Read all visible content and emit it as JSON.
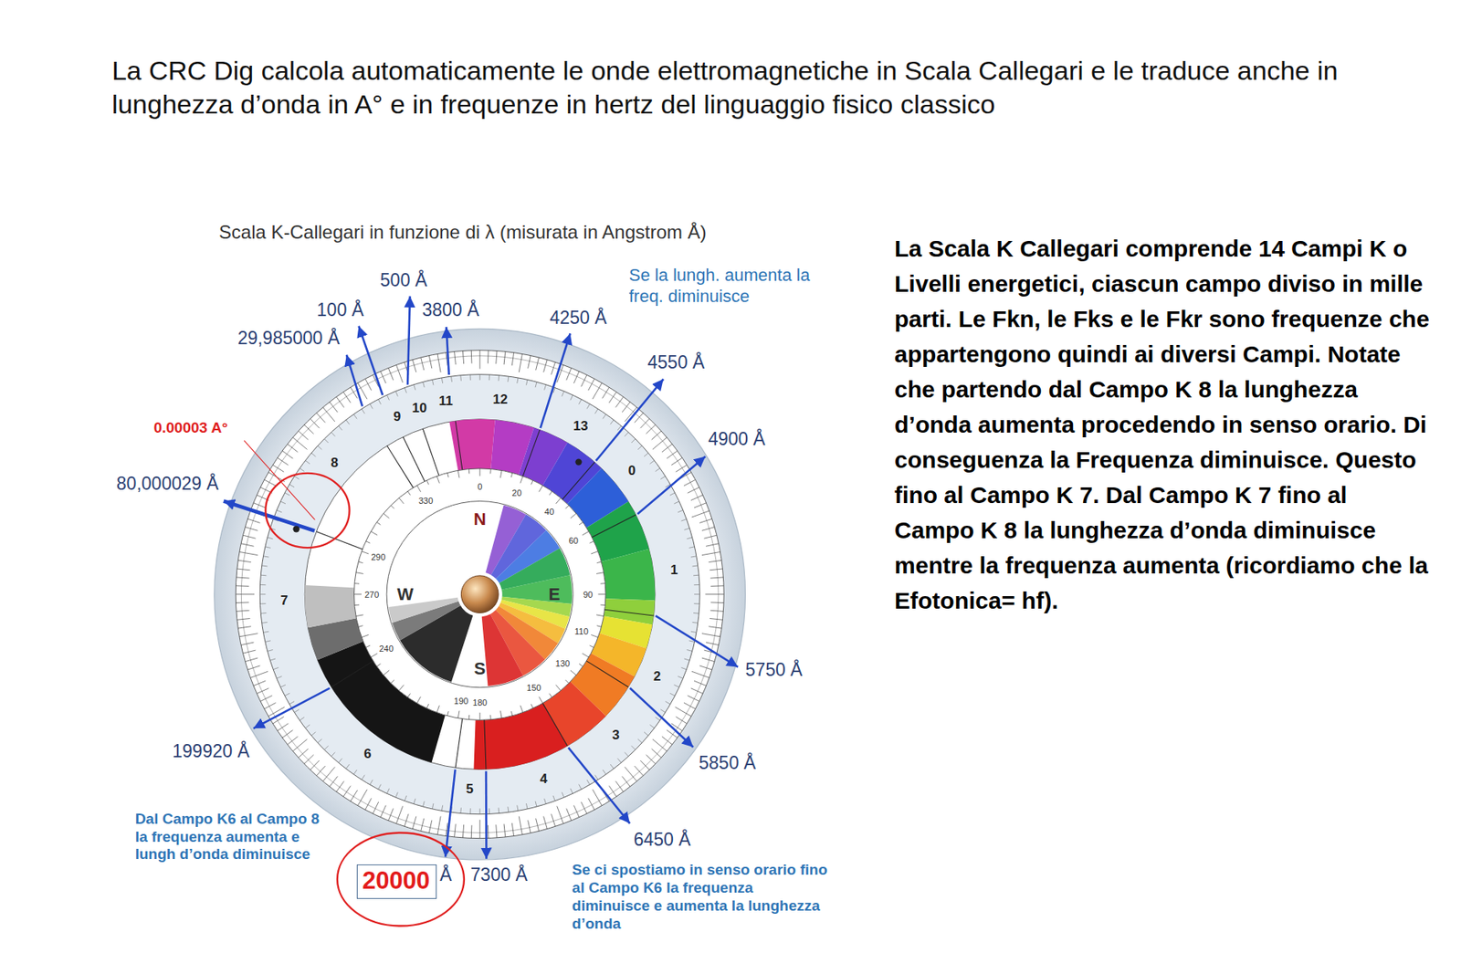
{
  "diagram": {
    "title": "La CRC Dig calcola automaticamente le onde elettromagnetiche in Scala Callegari e le traduce anche in lunghezza d’onda in A° e in frequenze in hertz del linguaggio fisico classico",
    "nodes": [
      {
        "text": [
          "20000"
        ]
      }
    ],
    "labels": [
      "Scala K-Callegari in funzione di λ (misurata in Angstrom Å)",
      "500 Å",
      "100 Å",
      "3800 Å",
      "Se la lungh. aumenta la freq. diminuisce",
      "4250 Å",
      "29,985000 Å",
      "4550 Å",
      "0.00003 A°",
      "4900 Å",
      "80,000029 Å",
      "5750 Å",
      "199920 Å",
      "5850 Å",
      "Dal Campo K6 al Campo 8 la frequenza aumenta e lungh d’onda diminuisce",
      "Å",
      "7300 Å",
      "6450 Å",
      "Se ci spostiamo in senso orario fino al Campo K6 la frequenza diminuisce e aumenta la lunghezza d’onda",
      "La Scala K Callegari comprende 14 Campi K o Livelli energetici, ciascun campo diviso in mille parti. Le Fkn, le Fks e le Fkr sono frequenze che appartengono quindi ai diversi Campi. Notate che partendo dal Campo K 8 la lunghezza d’onda aumenta procedendo in senso orario. Di conseguenza la Frequenza diminuisce. Questo fino al Campo K 7. Dal Campo K 7 fino al Campo K 8 la lunghezza d’onda diminuisce mentre la frequenza aumenta (ricordiamo che la Efotonica= hf).",
      "12",
      "13",
      "0",
      "1",
      "2",
      "3",
      "4",
      "5",
      "6",
      "7",
      "8",
      "9",
      "10",
      "11",
      "0",
      "20",
      "40",
      "60",
      "90",
      "110",
      "130",
      "150",
      "180",
      "190",
      "240",
      "270",
      "290",
      "330",
      "N",
      "E",
      "S",
      "W"
    ]
  }
}
